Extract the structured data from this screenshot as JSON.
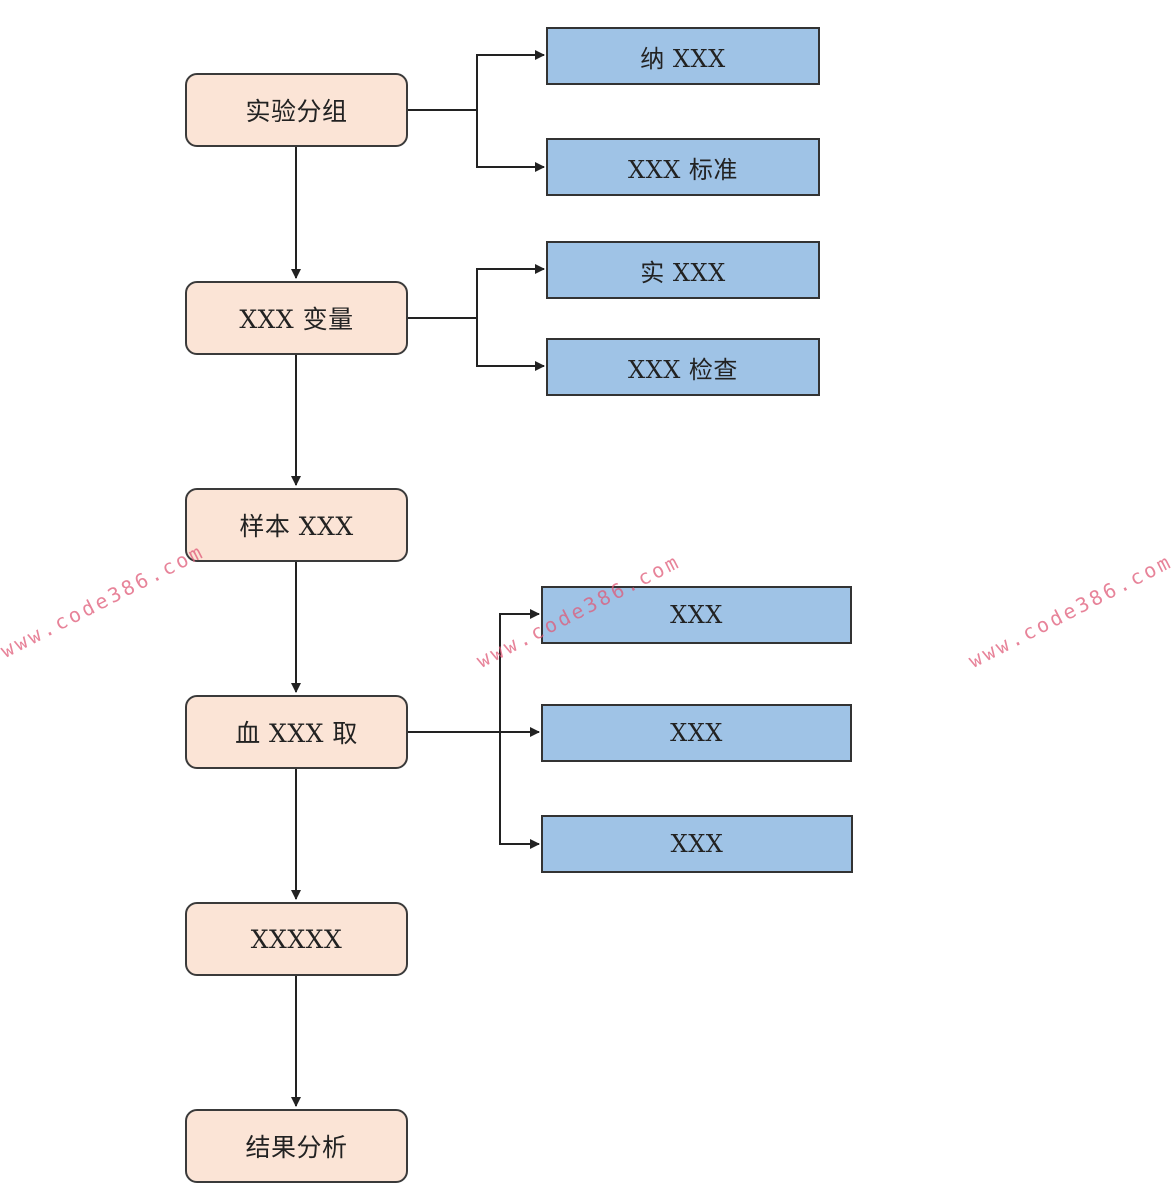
{
  "diagram": {
    "steps": [
      {
        "label": "实验分组"
      },
      {
        "label": "XXX 变量"
      },
      {
        "label": "样本 XXX"
      },
      {
        "label": "血 XXX 取"
      },
      {
        "label": "XXXXX"
      },
      {
        "label": "结果分析"
      }
    ],
    "branches": {
      "grouping": [
        {
          "label": "纳 XXX"
        },
        {
          "label": "XXX 标准"
        }
      ],
      "variables": [
        {
          "label": "实 XXX"
        },
        {
          "label": "XXX 检查"
        }
      ],
      "blood": [
        {
          "label": "XXX"
        },
        {
          "label": "XXX"
        },
        {
          "label": "XXX"
        }
      ]
    }
  },
  "watermark": {
    "text": "www.code386.com"
  },
  "colors": {
    "step_fill": "#fbe4d6",
    "branch_fill": "#9fc3e6",
    "line": "#222222",
    "watermark": "#e05a78"
  }
}
